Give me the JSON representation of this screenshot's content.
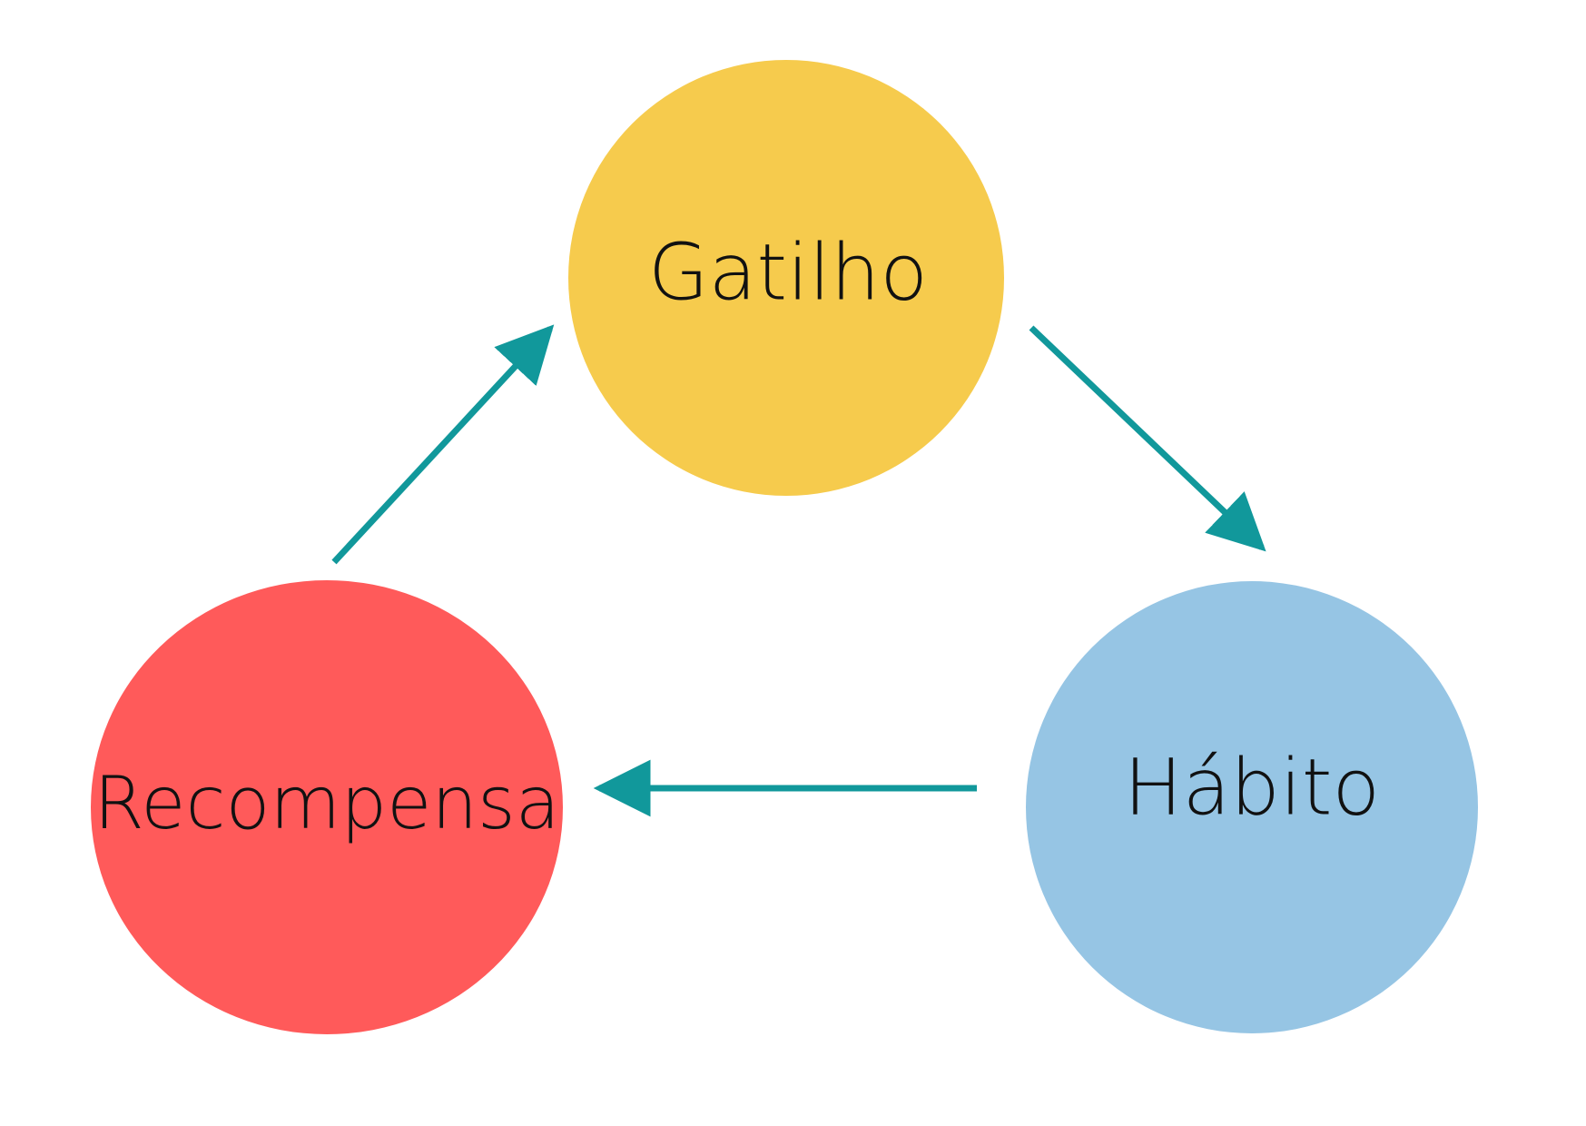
{
  "diagram": {
    "type": "cycle",
    "nodes": [
      {
        "id": "gatilho",
        "label": "Gatilho",
        "color": "#F6CB4D"
      },
      {
        "id": "habito",
        "label": "Hábito",
        "color": "#96C5E4"
      },
      {
        "id": "recompensa",
        "label": "Recompensa",
        "color": "#FF5A5A"
      }
    ],
    "edges": [
      {
        "from": "gatilho",
        "to": "habito"
      },
      {
        "from": "habito",
        "to": "recompensa"
      },
      {
        "from": "recompensa",
        "to": "gatilho"
      }
    ],
    "arrow_color": "#11989B",
    "background": "#FFFFFF"
  }
}
